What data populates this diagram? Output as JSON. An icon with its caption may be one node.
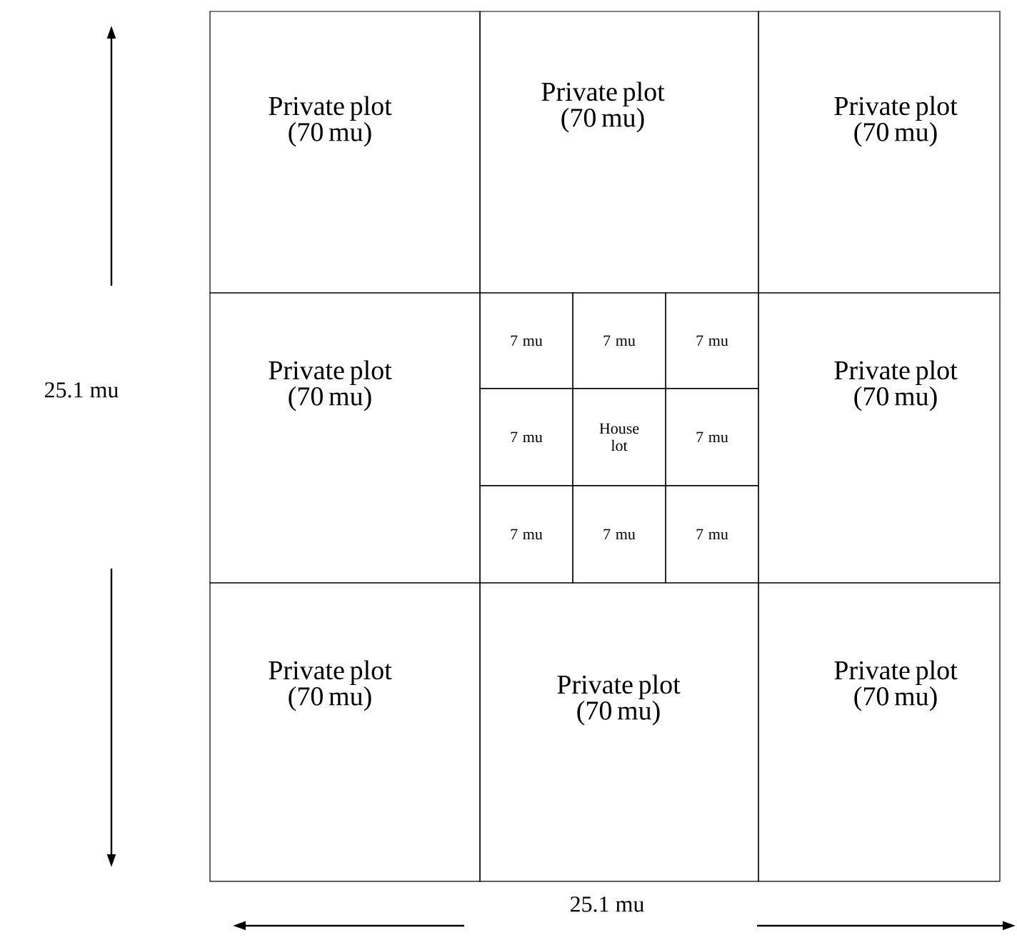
{
  "diagram": {
    "nodes": [
      {
        "text": [
          "Private plot (70 mu)"
        ]
      },
      {
        "text": [
          "Private plot (70 mu)"
        ]
      },
      {
        "text": [
          "Private plot (70 mu)"
        ]
      },
      {
        "text": [
          "Private plot (70 mu)"
        ]
      },
      {
        "text": [
          "7 mu"
        ]
      },
      {
        "text": [
          "7 mu"
        ]
      },
      {
        "text": [
          "7 mu"
        ]
      },
      {
        "text": [
          "7 mu"
        ]
      },
      {
        "text": [
          "House lot"
        ]
      },
      {
        "text": [
          "7 mu"
        ]
      },
      {
        "text": [
          "7 mu"
        ]
      },
      {
        "text": [
          "7 mu"
        ]
      },
      {
        "text": [
          "7 mu"
        ]
      },
      {
        "text": [
          "Private plot (70 mu)"
        ]
      },
      {
        "text": [
          "Private plot (70 mu)"
        ]
      },
      {
        "text": [
          "Private plot (70 mu)"
        ]
      },
      {
        "text": [
          "Private plot (70 mu)"
        ]
      }
    ],
    "edges": [],
    "labels": [
      "25.1 mu",
      "25.1 mu"
    ]
  }
}
